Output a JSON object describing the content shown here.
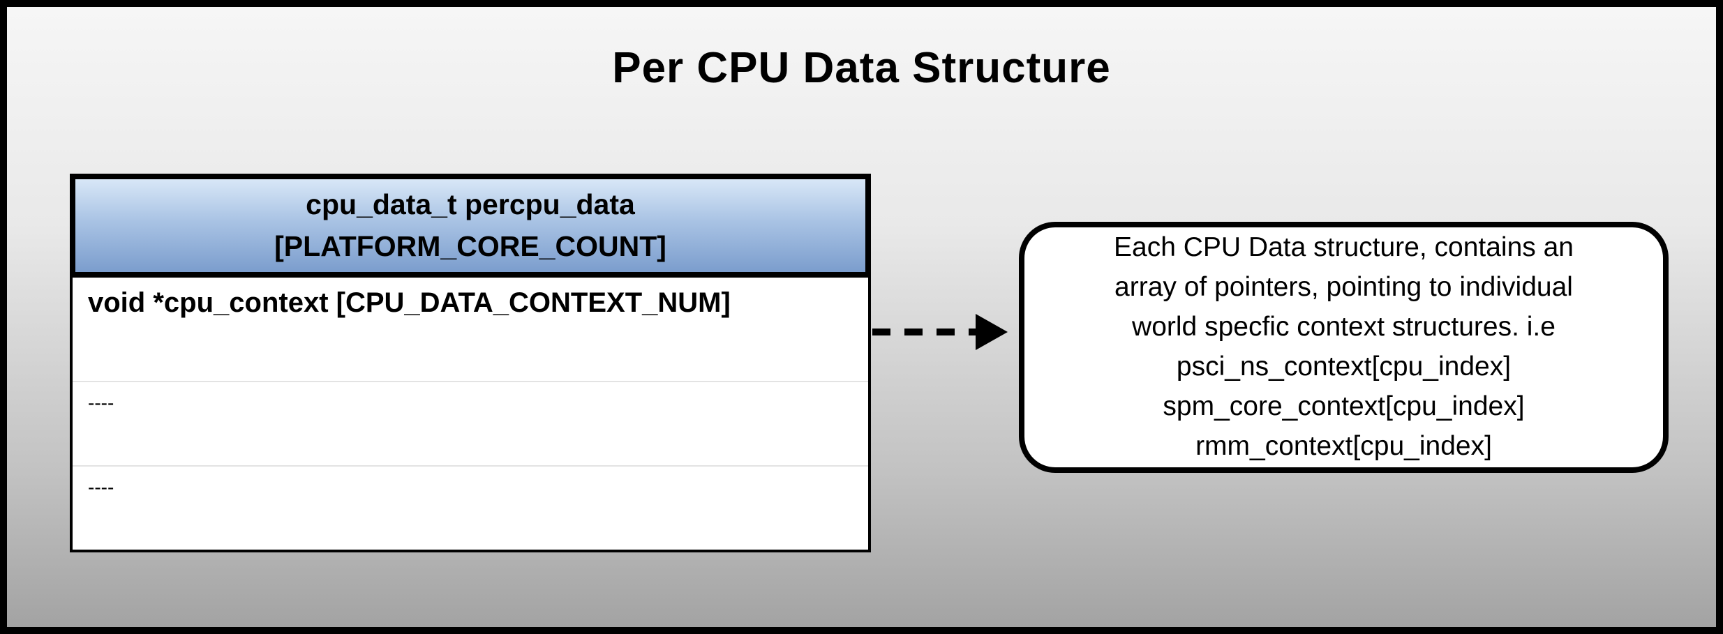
{
  "title": "Per CPU Data Structure",
  "table": {
    "header": {
      "line1": "cpu_data_t percpu_data",
      "line2": "[PLATFORM_CORE_COUNT]"
    },
    "rows": [
      "void *cpu_context [CPU_DATA_CONTEXT_NUM]",
      "----",
      "----"
    ]
  },
  "callout": {
    "lines": [
      "Each CPU Data structure, contains an",
      "array of pointers, pointing to individual",
      "world specfic context structures. i.e",
      "psci_ns_context[cpu_index]",
      "spm_core_context[cpu_index]",
      "rmm_context[cpu_index]"
    ]
  },
  "colors": {
    "header_gradient_top": "#d8e7f7",
    "header_gradient_bottom": "#7b9dcd",
    "background_top": "#f6f6f6",
    "background_bottom": "#a3a3a3",
    "border": "#000000",
    "callout_background": "#ffffff"
  }
}
